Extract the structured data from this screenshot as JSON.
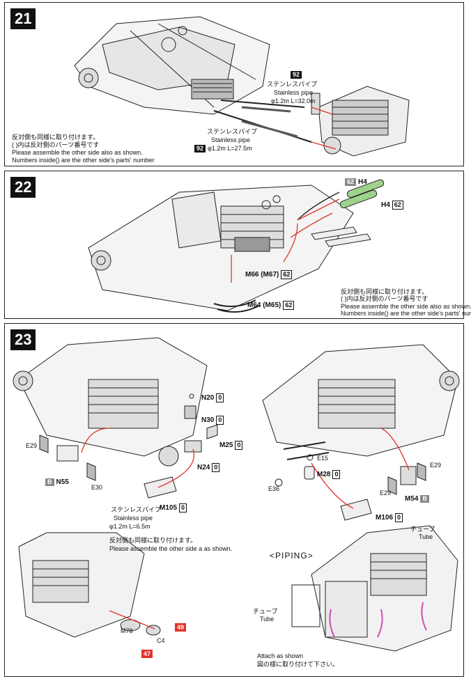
{
  "step21": {
    "number": "21",
    "pipe_long_part": "92",
    "pipe_long_jp": "ステンレスパイプ",
    "pipe_long_en": "Stainless pipe",
    "pipe_long_dim": "φ1.2m L=32.0m",
    "pipe_short_jp": "ステンレスパイプ",
    "pipe_short_en": "Stainless pipe",
    "pipe_short_part": "92",
    "pipe_short_dim": "φ1.2m L=27.5m",
    "note_jp1": "反対側も同様に取り付けます。",
    "note_jp2": "(  )内は反対側のパーツ番号です",
    "note_en1": "Please assemble the other side also as shown.",
    "note_en2": "Numbers inside() are the other side's parts' number"
  },
  "step22": {
    "number": "22",
    "h4_top_part": "62",
    "h4_top": "H4",
    "h4_bottom": "H4",
    "h4_bottom_part": "62",
    "m66": "M66 (M67)",
    "m66_part": "62",
    "m64": "M64 (M65)",
    "m64_part": "62",
    "note_jp1": "反対側も同様に取り付けます。",
    "note_jp2": "(  )内は反対側のパーツ番号です",
    "note_en1": "Please assemble the other side also as shown.",
    "note_en2": "Numbers inside() are the other side's parts' number"
  },
  "step23": {
    "number": "23",
    "n20": "N20",
    "n20_part": "0",
    "n30": "N30",
    "n30_part": "0",
    "m25": "M25",
    "m25_part": "0",
    "n24": "N24",
    "n24_part": "0",
    "e29_left": "E29",
    "e30": "E30",
    "n55_part": "B",
    "n55": "N55",
    "m105": "M105",
    "m105_part": "0",
    "pipe_jp": "ステンレスパイプ",
    "pipe_en": "Stainless pipe",
    "pipe_dim": "φ1.2m L=6.5m",
    "e15": "E15",
    "m28": "M28",
    "m28_part": "0",
    "e36": "E36",
    "e29_right": "E29",
    "e29_right2": "E29",
    "m54": "M54",
    "m54_part": "B",
    "m106": "M106",
    "m106_part": "0",
    "note_jp": "反対側も同様に取り付けます。",
    "note_en": "Please assemble the other side a    as shown.",
    "m78": "M78",
    "c4": "C4",
    "part49": "49",
    "part47": "47",
    "piping_title": "<PIPING>",
    "tube_jp_right": "チューブ",
    "tube_en_right": "Tube",
    "tube_jp_left": "チューブ",
    "tube_en_left": "Tube",
    "attach_en": "Attach as shown",
    "attach_jp": "図の様に取り付けて下さい。"
  },
  "colors": {
    "accent_red": "#e2322a",
    "tube_pink": "#d04cb0",
    "pipe_green": "#9ed28a"
  }
}
